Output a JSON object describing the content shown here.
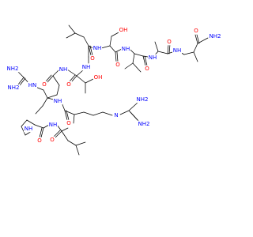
{
  "colors": {
    "carbon": "#000000",
    "nitrogen": "#0000ff",
    "oxygen": "#ff0000",
    "background": "#ffffff"
  },
  "atom_labels": [
    {
      "id": "o-ala-amide",
      "text": "O",
      "element": "O"
    },
    {
      "id": "nh2-ala-amide",
      "text": "NH2",
      "element": "N"
    },
    {
      "id": "nh-ala",
      "text": "NH",
      "element": "N"
    },
    {
      "id": "o-ala2",
      "text": "O",
      "element": "O"
    },
    {
      "id": "nh-val",
      "text": "NH",
      "element": "N"
    },
    {
      "id": "o-val",
      "text": "O",
      "element": "O"
    },
    {
      "id": "oh-ser",
      "text": "OH",
      "element": "O"
    },
    {
      "id": "nh-ser",
      "text": "NH",
      "element": "N"
    },
    {
      "id": "o-ser",
      "text": "O",
      "element": "O"
    },
    {
      "id": "nh-leu",
      "text": "NH",
      "element": "N"
    },
    {
      "id": "o-leu",
      "text": "O",
      "element": "O"
    },
    {
      "id": "oh-thr",
      "text": "OH",
      "element": "O"
    },
    {
      "id": "nh-thr",
      "text": "NH",
      "element": "N"
    },
    {
      "id": "o-thr",
      "text": "O",
      "element": "O"
    },
    {
      "id": "nh2-guan1-a",
      "text": "NH2",
      "element": "N"
    },
    {
      "id": "hn-guan1",
      "text": "HN",
      "element": "N"
    },
    {
      "id": "nh2-guan1-b",
      "text": "NH2",
      "element": "N"
    },
    {
      "id": "nh-arg1",
      "text": "NH",
      "element": "N"
    },
    {
      "id": "o-arg1",
      "text": "O",
      "element": "O"
    },
    {
      "id": "nh-arg2",
      "text": "NH",
      "element": "N"
    },
    {
      "id": "n-guan2",
      "text": "N",
      "element": "N"
    },
    {
      "id": "nh2-guan2-a",
      "text": "NH2",
      "element": "N"
    },
    {
      "id": "nh2-guan2-b",
      "text": "NH2",
      "element": "N"
    },
    {
      "id": "o-arg2",
      "text": "O",
      "element": "O"
    },
    {
      "id": "nh-pro",
      "text": "NH",
      "element": "N"
    },
    {
      "id": "nh-leu2",
      "text": "NH",
      "element": "N"
    },
    {
      "id": "o-pro",
      "text": "O",
      "element": "O"
    },
    {
      "id": "o-leu2",
      "text": "O",
      "element": "O"
    }
  ]
}
